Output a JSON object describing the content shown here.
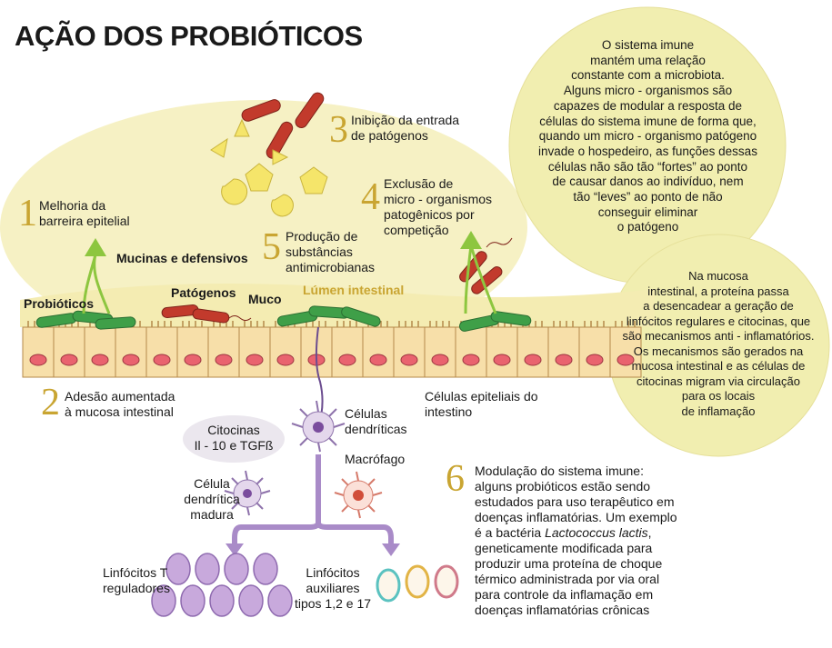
{
  "title": "AÇÃO DOS PROBIÓTICOS",
  "steps": [
    {
      "n": "1",
      "text": "Melhoria da\nbarreira epitelial"
    },
    {
      "n": "2",
      "text": "Adesão aumentada\nà mucosa intestinal"
    },
    {
      "n": "3",
      "text": "Inibição da entrada\nde patógenos"
    },
    {
      "n": "4",
      "text": "Exclusão de\nmicro - organismos\npatogênicos por\ncompetição"
    },
    {
      "n": "5",
      "text": "Produção de\nsubstâncias\nantimicrobianas"
    },
    {
      "n": "6",
      "text_before": "Modulação do sistema imune:\nalguns probióticos estão sendo\nestudados para uso terapêutico em\ndoenças inflamatórias. Um exemplo\né a bactéria ",
      "text_italic": "Lactococcus lactis",
      "text_after": ",\ngeneticamente modificada para\nproduzir uma proteína de choque\ntérmico administrada por via oral\npara controle da inflamação em\ndoenças inflamatórias crônicas"
    }
  ],
  "labels": {
    "probioticos": "Probióticos",
    "mucinas": "Mucinas e defensivos",
    "patogenos": "Patógenos",
    "muco": "Muco",
    "lumen": "Lúmen intestinal",
    "celulas_epiteliais": "Células epiteliais do\nintestino",
    "celulas_dendriticas": "Células\ndendríticas",
    "citocinas": "Citocinas\nIl - 10 e TGFß",
    "celula_madura": "Célula\ndendrítica\nmadura",
    "macrofago": "Macrófago",
    "linfocitos_t": "Linfócitos T\nreguladores",
    "linfocitos_aux": "Linfócitos\nauxiliares\ntipos 1,2 e 17"
  },
  "circles": {
    "top_right": "O sistema imune\nmantém uma relação\nconstante com a microbiota.\nAlguns micro - organismos são\ncapazes de modular a resposta de\ncélulas do sistema imune de forma que,\nquando um micro - organismo patógeno\ninvade o hospedeiro, as funções dessas\ncélulas não são tão “fortes” ao ponto\nde causar danos ao indivíduo, nem\ntão “leves” ao ponto de não\nconseguir eliminar\no patógeno",
    "mid_right": "Na mucosa\nintestinal, a proteína passa\na desencadear a geração de\nlinfócitos regulares e citocinas, que\nsão mecanismos anti - inflamatórios.\nOs mecanismos são gerados na\nmucosa intestinal e as células de\ncitocinas migram via circulação\npara os locais\nde inflamação"
  },
  "colors": {
    "accent_number": "#c9a532",
    "circle_fill": "#f1eeb0",
    "mucus": "#f4ecb2",
    "cell_fill": "#f7dfa9",
    "nucleus": "#e9636f",
    "probiotic": "#3f9f48",
    "pathogen": "#c23a2c",
    "arrow": "#8dc63f",
    "path_arrow": "#a98bc8",
    "lymph_t": "#c8a9dc"
  }
}
